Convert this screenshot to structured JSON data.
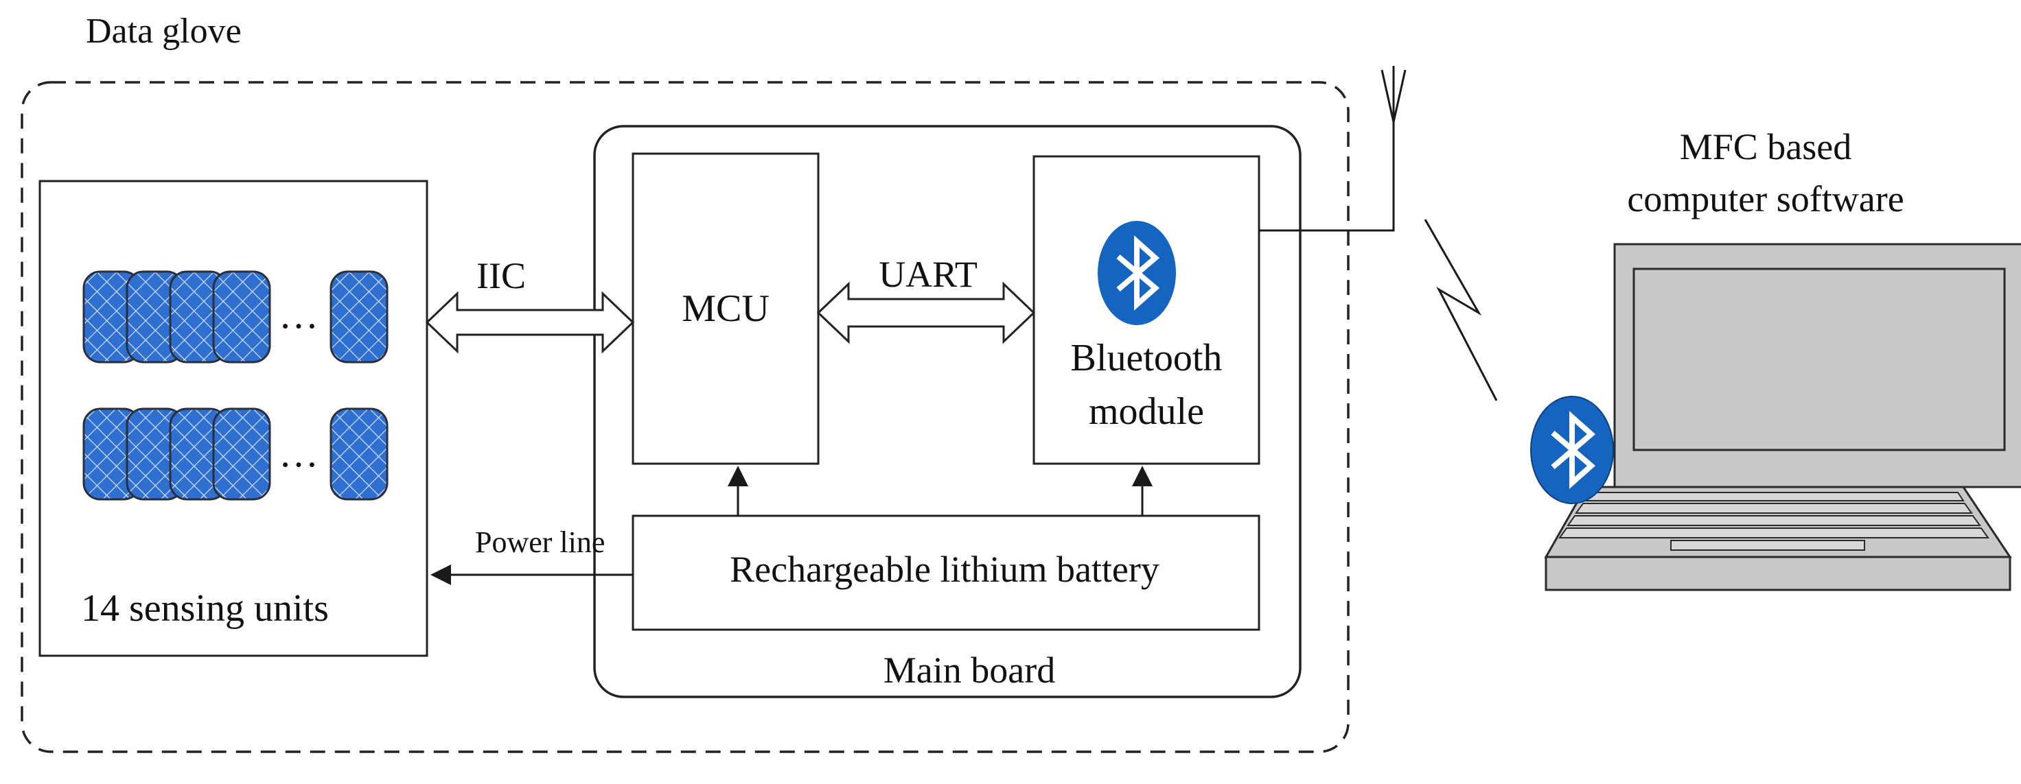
{
  "labels": {
    "data_glove": "Data glove",
    "iic": "IIC",
    "mcu": "MCU",
    "uart": "UART",
    "bluetooth_module_line1": "Bluetooth",
    "bluetooth_module_line2": "module",
    "power_line": "Power line",
    "battery": "Rechargeable lithium battery",
    "main_board": "Main board",
    "sensing_units": "14 sensing units",
    "pc_line1": "MFC based",
    "pc_line2": "computer software",
    "ellipsis": "…"
  },
  "colors": {
    "sensor_fill": "#2f6fd0",
    "sensor_stroke": "#2a2f3a",
    "bluetooth_blue": "#1565c0",
    "laptop_body": "#c8c8c8",
    "line": "#1a1a1a"
  },
  "icons": {
    "antenna": "antenna-icon",
    "wireless_link": "lightning-zigzag-icon",
    "bluetooth": "bluetooth-icon",
    "laptop": "laptop-icon"
  }
}
